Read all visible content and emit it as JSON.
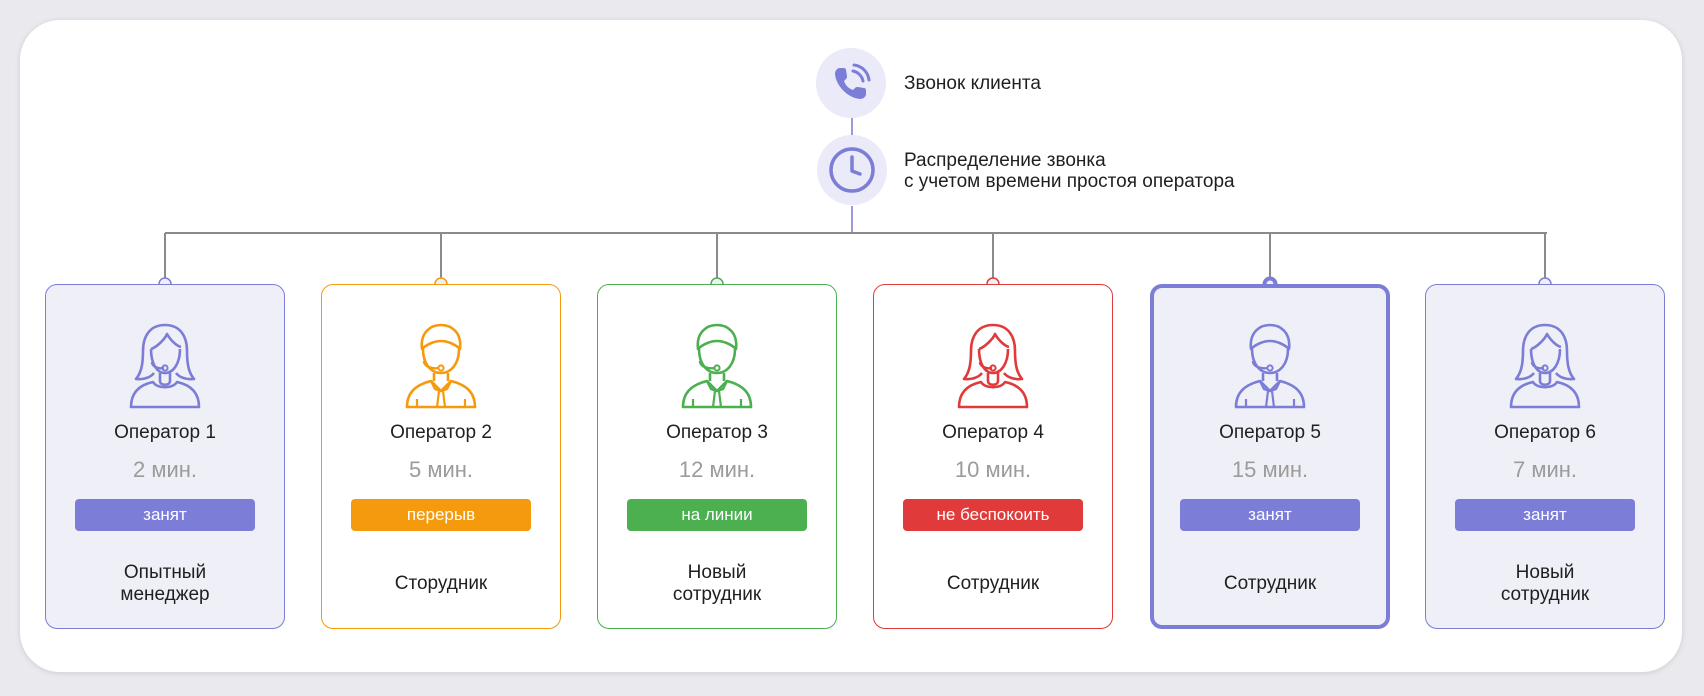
{
  "header": {
    "step1_text": "Звонок клиента",
    "step2_line1": "Распределение звонка",
    "step2_line2": "с учетом времени простоя оператора"
  },
  "icons": {
    "step1": "phone-ringing-icon",
    "step2": "clock-icon"
  },
  "colors": {
    "purple": "#7b7dd6",
    "orange": "#f59a0c",
    "green": "#4caf50",
    "red": "#e03a3a",
    "line": "#8a8a8a",
    "card_bg": "#efeff8"
  },
  "operators": [
    {
      "name": "Оператор 1",
      "idle": "2 мин.",
      "status": "занят",
      "role_line1": "Опытный",
      "role_line2": "менеджер",
      "gender": "female",
      "color": "#7b7dd6",
      "selected": false
    },
    {
      "name": "Оператор 2",
      "idle": "5 мин.",
      "status": "перерыв",
      "role_line1": "Сторудник",
      "role_line2": "",
      "gender": "male",
      "color": "#f59a0c",
      "selected": false
    },
    {
      "name": "Оператор 3",
      "idle": "12 мин.",
      "status": "на линии",
      "role_line1": "Новый",
      "role_line2": "сотрудник",
      "gender": "male",
      "color": "#4caf50",
      "selected": false
    },
    {
      "name": "Оператор 4",
      "idle": "10 мин.",
      "status": "не беспокоить",
      "role_line1": "Сотрудник",
      "role_line2": "",
      "gender": "female",
      "color": "#e03a3a",
      "selected": false
    },
    {
      "name": "Оператор 5",
      "idle": "15 мин.",
      "status": "занят",
      "role_line1": "Сотрудник",
      "role_line2": "",
      "gender": "male",
      "color": "#7b7dd6",
      "selected": true
    },
    {
      "name": "Оператор 6",
      "idle": "7 мин.",
      "status": "занят",
      "role_line1": "Новый",
      "role_line2": "сотрудник",
      "gender": "female",
      "color": "#7b7dd6",
      "selected": false
    }
  ]
}
